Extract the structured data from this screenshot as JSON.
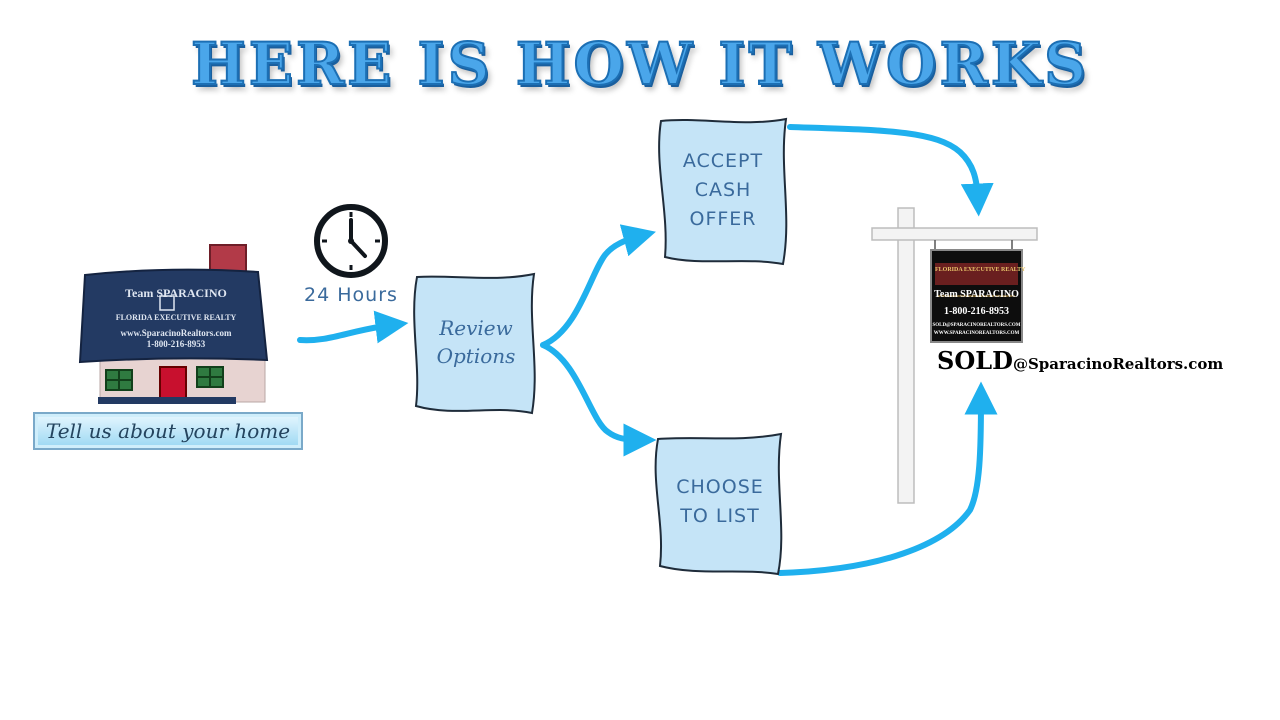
{
  "title": "HERE IS HOW IT WORKS",
  "house": {
    "team": "Team SPARACINO",
    "brokerage": "FLORIDA EXECUTIVE REALTY",
    "website": "www.SparacinoRealtors.com",
    "phone": "1-800-216-8953"
  },
  "button": {
    "label": "Tell us about your home"
  },
  "clock": {
    "label": "24 Hours"
  },
  "steps": {
    "review": {
      "line1": "Review",
      "line2": "Options"
    },
    "accept": {
      "line1": "ACCEPT",
      "line2": "CASH",
      "line3": "OFFER"
    },
    "list": {
      "line1": "CHOOSE",
      "line2": "TO LIST"
    }
  },
  "sign": {
    "brokerage": "FLORIDA EXECUTIVE REALTY",
    "team": "Team SPARACINO",
    "phone": "1-800-216-8953",
    "email": "SOLD@SPARACINOREALTORS.COM",
    "website": "WWW.SPARACINOREALTORS.COM"
  },
  "sold": {
    "word": "SOLD",
    "address": "@SparacinoRealtors.com"
  },
  "colors": {
    "arrow": "#1fb0ee",
    "box_fill": "#c5e4f7",
    "box_stroke": "#1f2c3a",
    "title": "#4aa6ea",
    "text": "#3a6a9c"
  }
}
